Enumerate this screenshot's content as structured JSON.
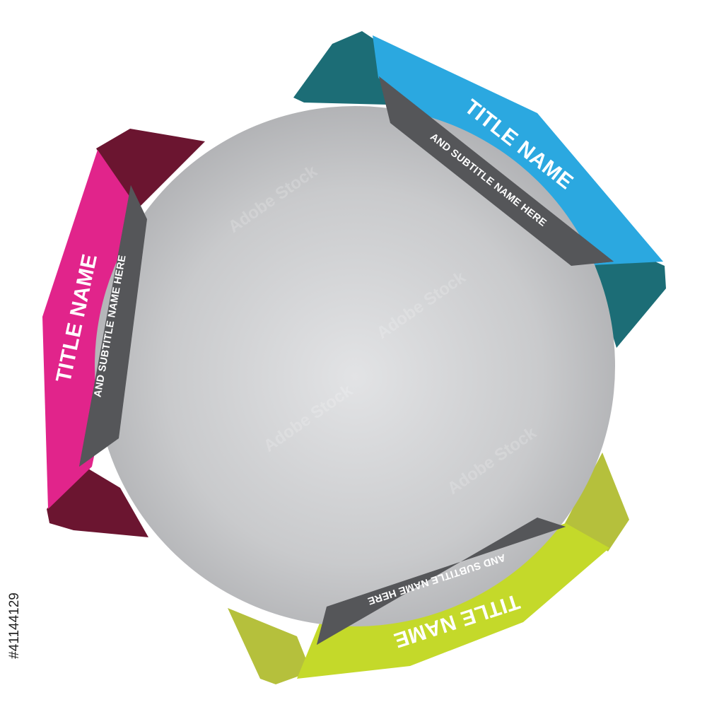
{
  "labels": [
    {
      "title": "TITLE NAME",
      "subtitle": "AND SUBTITLE NAME HERE",
      "color": "#2ba8e0",
      "shade": "#1c6d76"
    },
    {
      "title": "TITLE NAME",
      "subtitle": "AND SUBTITLE NAME HERE",
      "color": "#e1248b",
      "shade": "#6b1530"
    },
    {
      "title": "TITLE NAME",
      "subtitle": "AND SUBTITLE NAME HERE",
      "color": "#c4d92a",
      "shade": "#b5c03c"
    }
  ],
  "band_color": "#555659",
  "sphere_color": "#c2c3c5",
  "watermark": "Adobe Stock",
  "stock_id": "#41144129"
}
